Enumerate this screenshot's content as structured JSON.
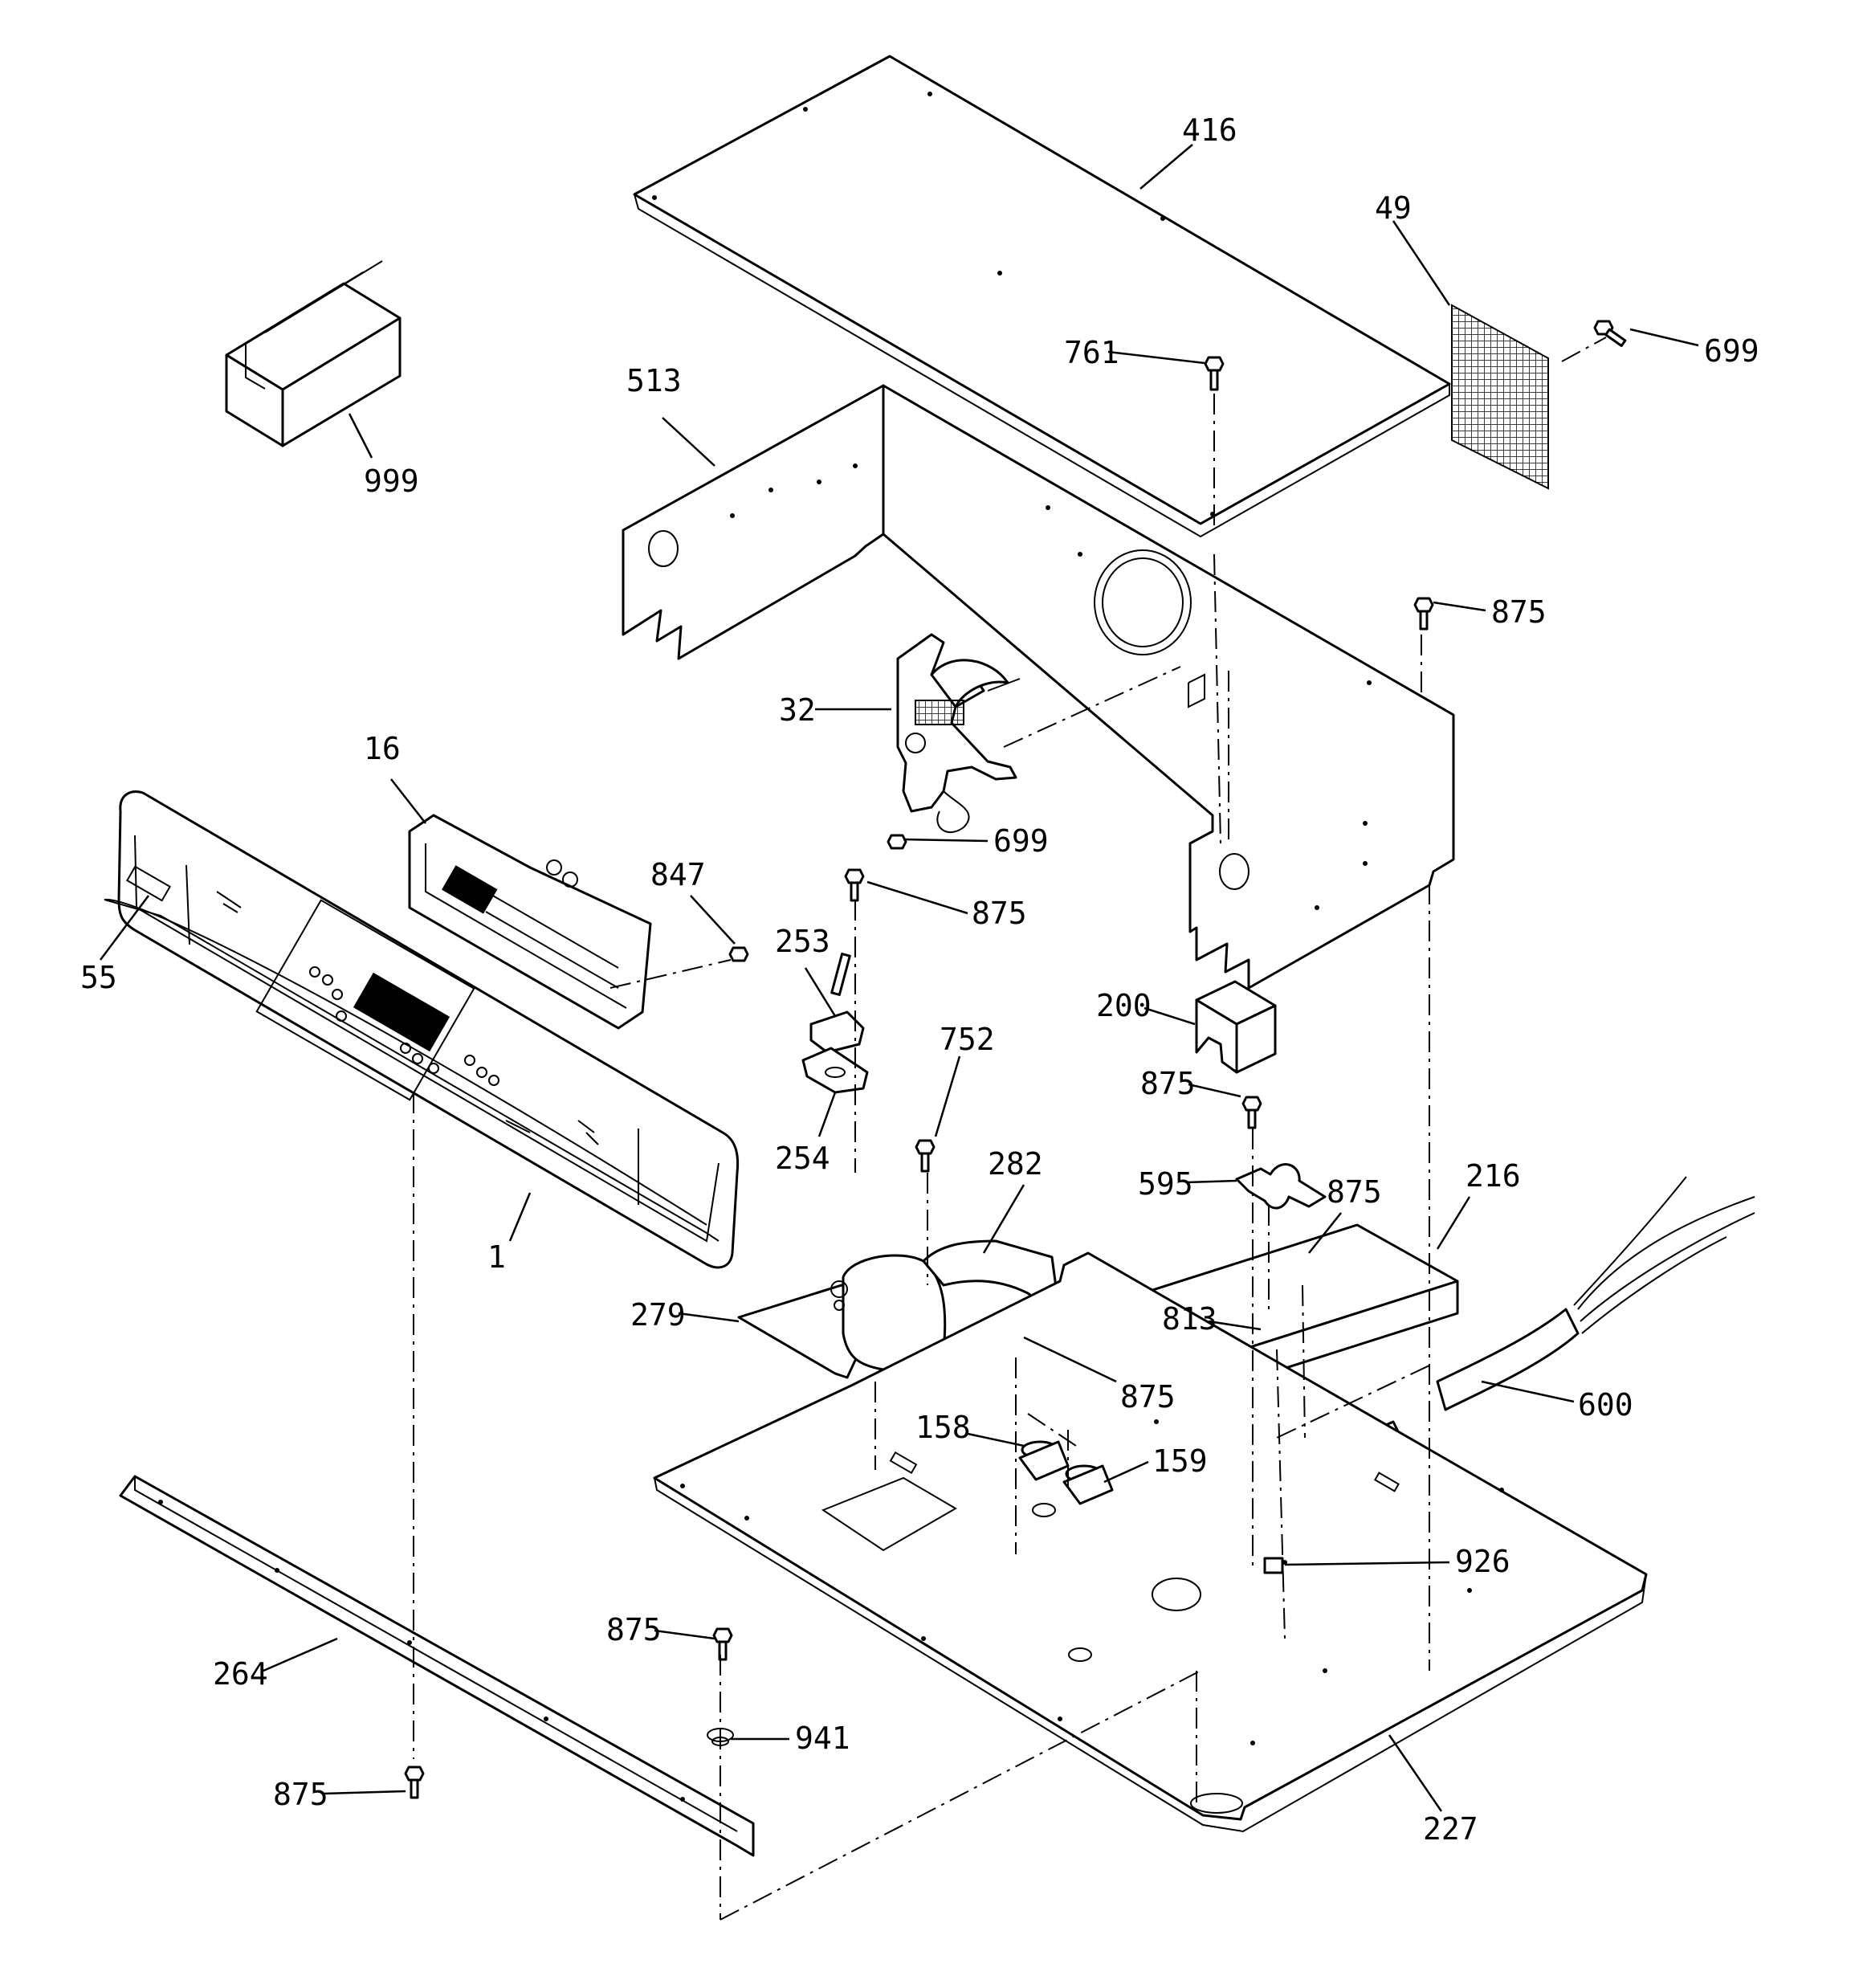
{
  "callouts": [
    {
      "id": "p416",
      "label": "416"
    },
    {
      "id": "p49",
      "label": "49"
    },
    {
      "id": "p699a",
      "label": "699"
    },
    {
      "id": "p761",
      "label": "761"
    },
    {
      "id": "p513",
      "label": "513"
    },
    {
      "id": "p999",
      "label": "999"
    },
    {
      "id": "p875a",
      "label": "875"
    },
    {
      "id": "p32",
      "label": "32"
    },
    {
      "id": "p16",
      "label": "16"
    },
    {
      "id": "p699b",
      "label": "699"
    },
    {
      "id": "p847",
      "label": "847"
    },
    {
      "id": "p875b",
      "label": "875"
    },
    {
      "id": "p55",
      "label": "55"
    },
    {
      "id": "p253",
      "label": "253"
    },
    {
      "id": "p200",
      "label": "200"
    },
    {
      "id": "p752",
      "label": "752"
    },
    {
      "id": "p875c",
      "label": "875"
    },
    {
      "id": "p254",
      "label": "254"
    },
    {
      "id": "p282",
      "label": "282"
    },
    {
      "id": "p216",
      "label": "216"
    },
    {
      "id": "p595",
      "label": "595"
    },
    {
      "id": "p875d",
      "label": "875"
    },
    {
      "id": "p1",
      "label": "1"
    },
    {
      "id": "p813",
      "label": "813"
    },
    {
      "id": "p279",
      "label": "279"
    },
    {
      "id": "p875e",
      "label": "875"
    },
    {
      "id": "p600",
      "label": "600"
    },
    {
      "id": "p158",
      "label": "158"
    },
    {
      "id": "p159",
      "label": "159"
    },
    {
      "id": "p926",
      "label": "926"
    },
    {
      "id": "p875f",
      "label": "875"
    },
    {
      "id": "p264",
      "label": "264"
    },
    {
      "id": "p941",
      "label": "941"
    },
    {
      "id": "p875g",
      "label": "875"
    },
    {
      "id": "p227",
      "label": "227"
    }
  ]
}
